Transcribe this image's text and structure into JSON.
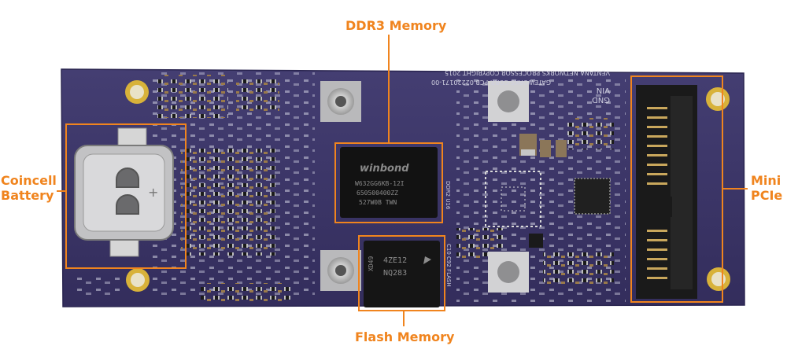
{
  "colors": {
    "accent": "#f0841e",
    "board": "#3b3566",
    "chip": "#111111"
  },
  "labels": {
    "ddr3": "DDR3 Memory",
    "flash": "Flash Memory",
    "coincell_line1": "Coincell",
    "coincell_line2": "Battery",
    "pcie_line1": "Mini",
    "pcie_line2": "PCIe"
  },
  "chips": {
    "ddr3_brand": "winbond",
    "ddr3_part": "W632GG6KB-12I",
    "ddr3_lot1": "650500400ZZ",
    "ddr3_lot2": "527W0B   TWN",
    "flash_line1": "4ZE12",
    "flash_line2": "NQ283",
    "flash_side": "XD49"
  },
  "silkscreen": {
    "line1": "VENTANA NETWORKS PROCESSOR COPYRIGHT 2015",
    "line2": "GATEWORKS CORP.  PCB 02220171-00",
    "vin": "VIN",
    "gnd": "GND",
    "ddr2_u16": "DDR2 U16",
    "flash_u": "C10 C92 FLASH"
  }
}
